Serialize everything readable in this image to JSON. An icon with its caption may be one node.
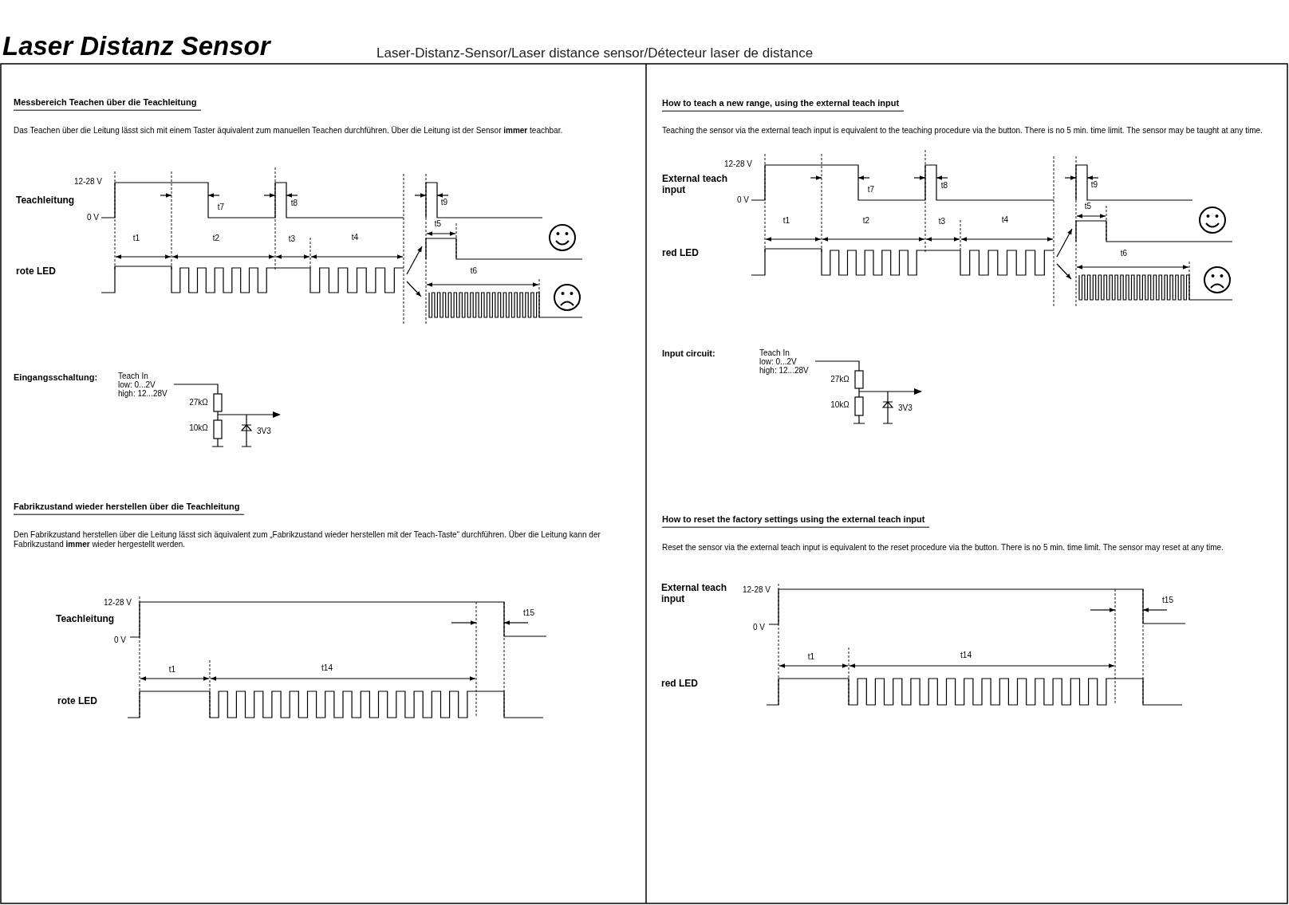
{
  "diagram": {
    "title": "Laser Distanz Sensor",
    "labels": [
      "Laser-Distanz-Sensor/Laser distance sensor/Détecteur laser de distance",
      "Messbereich Teachen über die Teachleitung",
      "Das Teachen über die Leitung lässt sich mit einem Taster äquivalent zum manuellen Teachen durchführen. Über die Leitung ist der Sensor **immer** teachbar.",
      "12-28 V",
      "Teachleitung",
      "0 V",
      "t7",
      "t8",
      "t9",
      "t1",
      "t2",
      "t3",
      "t4",
      "t5",
      "rote LED",
      "t6",
      "Eingangsschaltung:",
      "Teach In",
      "low: 0...2V",
      "high: 12...28V",
      "27kΩ",
      "10kΩ",
      "3V3",
      "Fabrikzustand wieder herstellen über die Teachleitung",
      "Den Fabrikzustand herstellen über die Leitung lässt sich äquivalent zum „Fabrikzustand wieder herstellen mit der Teach-Taste“ durchführen. Über die Leitung kann der Fabrikzustand **immer** wieder hergestellt werden.",
      "12-28 V",
      "Teachleitung",
      "0 V",
      "t15",
      "t1",
      "t14",
      "rote LED",
      "How to teach a new range, using the external teach input",
      "Teaching the sensor via the external teach input is equivalent to the teaching procedure via the button. There is no 5 min. time limit. The sensor may be taught at any time.",
      "12-28 V",
      "External teach input",
      "0 V",
      "t7",
      "t8",
      "t9",
      "t1",
      "t2",
      "t3",
      "t4",
      "t5",
      "red LED",
      "t6",
      "Input circuit:",
      "Teach In",
      "low: 0...2V",
      "high: 12...28V",
      "27kΩ",
      "10kΩ",
      "3V3",
      "How to reset the factory settings using the external teach input",
      "Reset the sensor via the external teach input is equivalent to the reset procedure via the button. There is no 5 min. time limit. The sensor may reset at any time.",
      "12-28 V",
      "External teach input",
      "0 V",
      "t15",
      "t1",
      "t14",
      "red LED"
    ]
  }
}
